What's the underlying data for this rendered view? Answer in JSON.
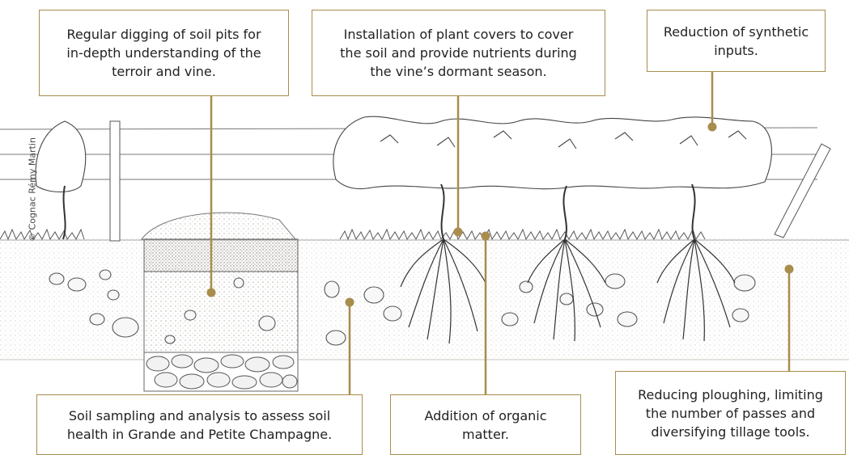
{
  "credit": "© Cognac Rémy Martin",
  "colors": {
    "accent": "#a88d4c",
    "ink": "#222222",
    "soil": "#8b8172"
  },
  "callouts": {
    "soil_pits": "Regular digging of soil pits for\nin-depth understanding of the\nterroir and vine.",
    "plant_covers": "Installation of plant covers to cover\nthe soil and provide nutrients during\nthe vine’s dormant season.",
    "synthetic_inputs": "Reduction of synthetic\ninputs.",
    "soil_sampling": "Soil sampling and analysis to assess soil\nhealth in Grande and Petite Champagne.",
    "organic_matter": "Addition of organic\nmatter.",
    "ploughing": "Reducing ploughing, limiting\nthe number of passes and\ndiversifying tillage tools."
  }
}
